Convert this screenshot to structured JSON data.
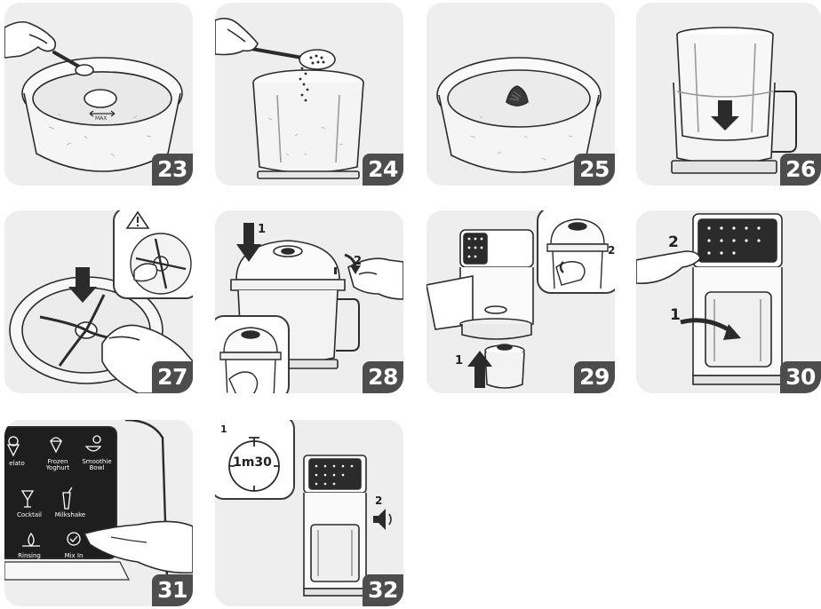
{
  "steps": [
    {
      "number": "23"
    },
    {
      "number": "24"
    },
    {
      "number": "25"
    },
    {
      "number": "26"
    },
    {
      "number": "27"
    },
    {
      "number": "28"
    },
    {
      "number": "29"
    },
    {
      "number": "30"
    },
    {
      "number": "31"
    },
    {
      "number": "32"
    }
  ],
  "step23": {
    "scale_label": "MAX"
  },
  "step28": {
    "callout_1": "1",
    "callout_2": "2"
  },
  "step29": {
    "callout_1": "1",
    "callout_2": "2"
  },
  "step30": {
    "callout_1": "1",
    "callout_2": "2"
  },
  "step31": {
    "programs": [
      {
        "label": "elato"
      },
      {
        "label": "Frozen\nYoghurt"
      },
      {
        "label": "Smoothie\nBowl"
      },
      {
        "label": "Cocktail"
      },
      {
        "label": "Milkshake"
      },
      {
        "label": "Rinsing"
      },
      {
        "label": "Mix In"
      }
    ]
  },
  "step32": {
    "callout_1": "1",
    "callout_2": "2",
    "timer": "1m30"
  },
  "icons": {
    "warning": "warning-triangle-icon",
    "sound": "speaker-sound-icon",
    "timer": "stopwatch-icon"
  },
  "colors": {
    "panel_bg": "#eeeeee",
    "badge_bg": "#4d4d4d",
    "ink": "#2b2b2b"
  }
}
